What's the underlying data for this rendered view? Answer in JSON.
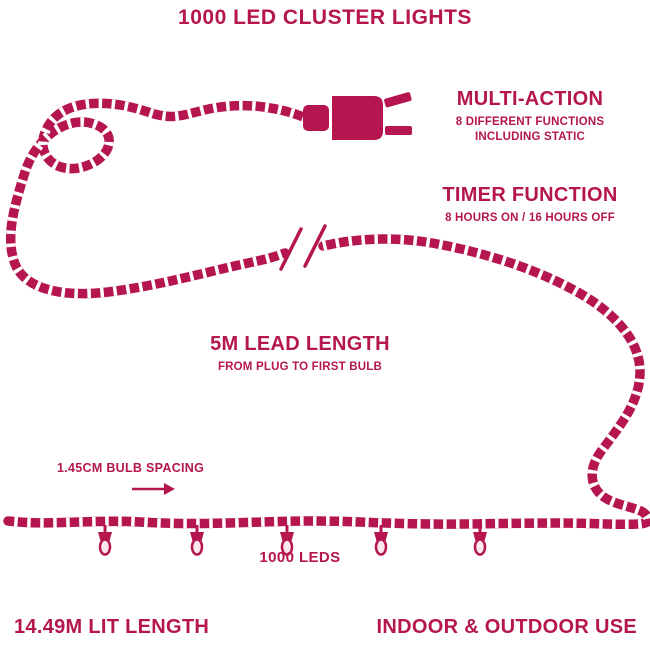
{
  "colors": {
    "accent": "#b5164f",
    "bulb_fill": "#fbe9f0",
    "background": "#ffffff"
  },
  "title": "1000 LED CLUSTER LIGHTS",
  "multi_action": {
    "heading": "MULTI-ACTION",
    "line1": "8 DIFFERENT FUNCTIONS",
    "line2": "INCLUDING STATIC"
  },
  "timer": {
    "heading": "TIMER FUNCTION",
    "line1": "8 HOURS ON / 16 HOURS OFF"
  },
  "lead_length": {
    "heading": "5M LEAD LENGTH",
    "line1": "FROM PLUG TO FIRST BULB"
  },
  "bulb_spacing": {
    "label": "1.45CM BULB SPACING"
  },
  "led_count": {
    "label": "1000 LEDS"
  },
  "lit_length": {
    "label": "14.49M LIT LENGTH"
  },
  "usage": {
    "label": "INDOOR & OUTDOOR USE"
  }
}
